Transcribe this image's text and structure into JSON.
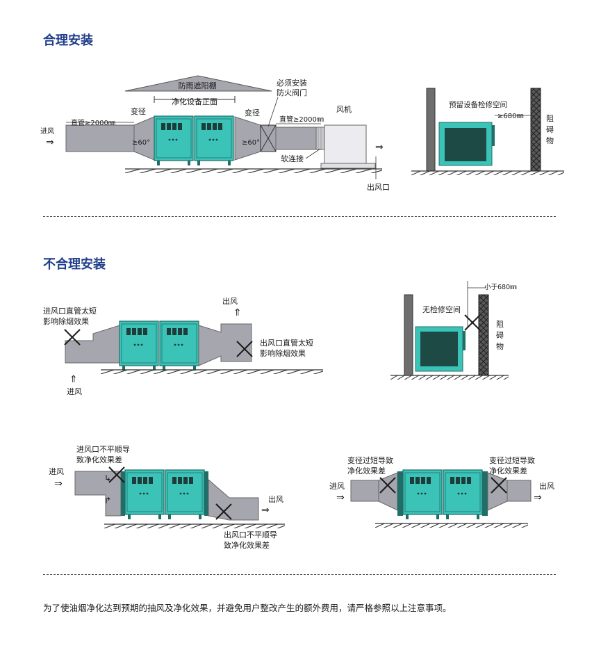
{
  "headings": {
    "proper": "合理安装",
    "improper": "不合理安装"
  },
  "fig1": {
    "rain_cover": "防雨遮阳棚",
    "front": "净化设备正面",
    "reducer": "变径",
    "angle": "≥60°",
    "inlet": "进风",
    "straight_pipe": "直管≥2000㎜",
    "valve1": "必须安装",
    "valve2": "防火阀门",
    "fan": "风机",
    "soft_conn": "软连接",
    "outlet": "出风口"
  },
  "fig2": {
    "space": "预留设备检修空间",
    "dist": "≥680㎜",
    "obstacle": [
      "阻",
      "碍",
      "物"
    ]
  },
  "fig3": {
    "in_note1": "进风口直管太短",
    "in_note2": "影响除烟效果",
    "out_label": "出风",
    "out_note1": "出风口直管太短",
    "out_note2": "影响除烟效果",
    "in_label": "进风"
  },
  "fig4": {
    "dist": "小于680㎜",
    "no_space": "无检修空间",
    "obstacle": [
      "阻",
      "碍",
      "物"
    ]
  },
  "fig5": {
    "in_note1": "进风口不平顺导",
    "in_note2": "致净化效果差",
    "in_label": "进风",
    "out_label": "出风",
    "out_note1": "出风口不平顺导",
    "out_note2": "致净化效果差"
  },
  "fig6": {
    "left_note1": "变径过短导致",
    "left_note2": "净化效果差",
    "right_note1": "变径过短导致",
    "right_note2": "净化效果差",
    "in_label": "进风",
    "out_label": "出风"
  },
  "footer": "为了使油烟净化达到预期的抽风及净化效果，并避免用户整改产生的额外费用，请严格参照以上注意事项。",
  "colors": {
    "heading": "#1f3d8a",
    "unit_teal": "#3cc3b8",
    "unit_dark": "#1f6f68",
    "duct_gray": "#a6a6ae",
    "x_mark": "#1a1a1a"
  }
}
